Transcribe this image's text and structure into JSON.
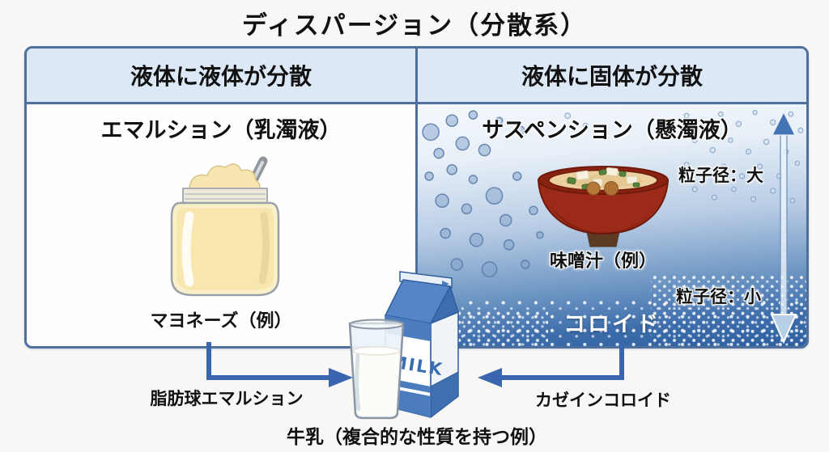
{
  "title": "ディスパージョン（分散系）",
  "table": {
    "left": {
      "header": "液体に液体が分散",
      "subtitle": "エマルション（乳濁液）",
      "example_label": "マヨネーズ（例）"
    },
    "right": {
      "header": "液体に固体が分散",
      "subtitle": "サスペンション（懸濁液）",
      "example_label": "味噌汁（例）",
      "particle_large": "粒子径：大",
      "particle_small": "粒子径：小",
      "colloid_label": "コロイド"
    }
  },
  "bottom": {
    "left_arrow_label": "脂肪球エマルション",
    "right_arrow_label": "カゼインコロイド",
    "milk_carton_text": "MILK",
    "caption": "牛乳（複合的な性質を持つ例）"
  },
  "colors": {
    "table_border": "#4f6f9c",
    "header_bg": "#dce8f5",
    "arrow_blue": "#3a66b0",
    "panel_gradient_top": "#f4f8fc",
    "panel_gradient_bottom": "#2d5f9e",
    "carton_blue": "#4a7cbe",
    "bowl_red": "#9c2a18",
    "mayo_cream": "#f7e6ae",
    "colloid_text": "#ffffff"
  }
}
